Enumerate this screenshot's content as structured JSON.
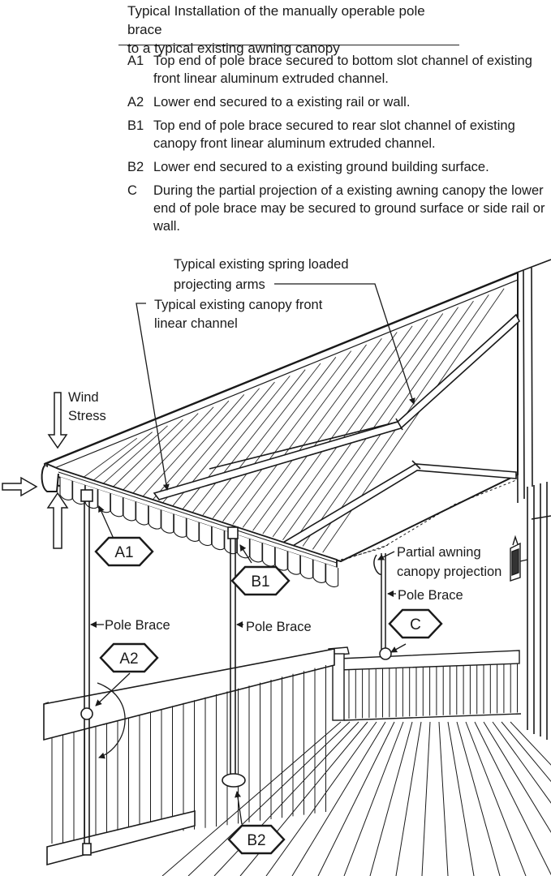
{
  "header": {
    "line1": "Typical Installation of the manually operable pole brace",
    "line2": "to a typical existing awning canopy"
  },
  "notes": [
    {
      "code": "A1",
      "text": "Top end of pole brace secured to bottom slot channel of existing front linear aluminum extruded channel."
    },
    {
      "code": "A2",
      "text": "Lower end secured to a existing rail or wall."
    },
    {
      "code": "B1",
      "text": "Top end of pole brace secured to rear slot channel of existing canopy front linear aluminum extruded channel."
    },
    {
      "code": "B2",
      "text": "Lower end secured to a existing ground building surface."
    },
    {
      "code": "C",
      "text": "During the partial projection of a existing awning canopy the lower end of pole brace may be secured to ground surface or side rail or wall."
    }
  ],
  "callouts": {
    "arms_line1": "Typical existing spring loaded",
    "arms_line2": "projecting arms",
    "channel_line1": "Typical existing canopy front",
    "channel_line2": "linear channel",
    "wind_line1": "Wind",
    "wind_line2": "Stress",
    "partial_line1": "Partial awning",
    "partial_line2": "canopy projection",
    "pole_brace_left": "Pole Brace",
    "pole_brace_mid": "Pole Brace",
    "pole_brace_right": "Pole Brace"
  },
  "markers": {
    "a1": "A1",
    "a2": "A2",
    "b1": "B1",
    "b2": "B2",
    "c": "C"
  }
}
